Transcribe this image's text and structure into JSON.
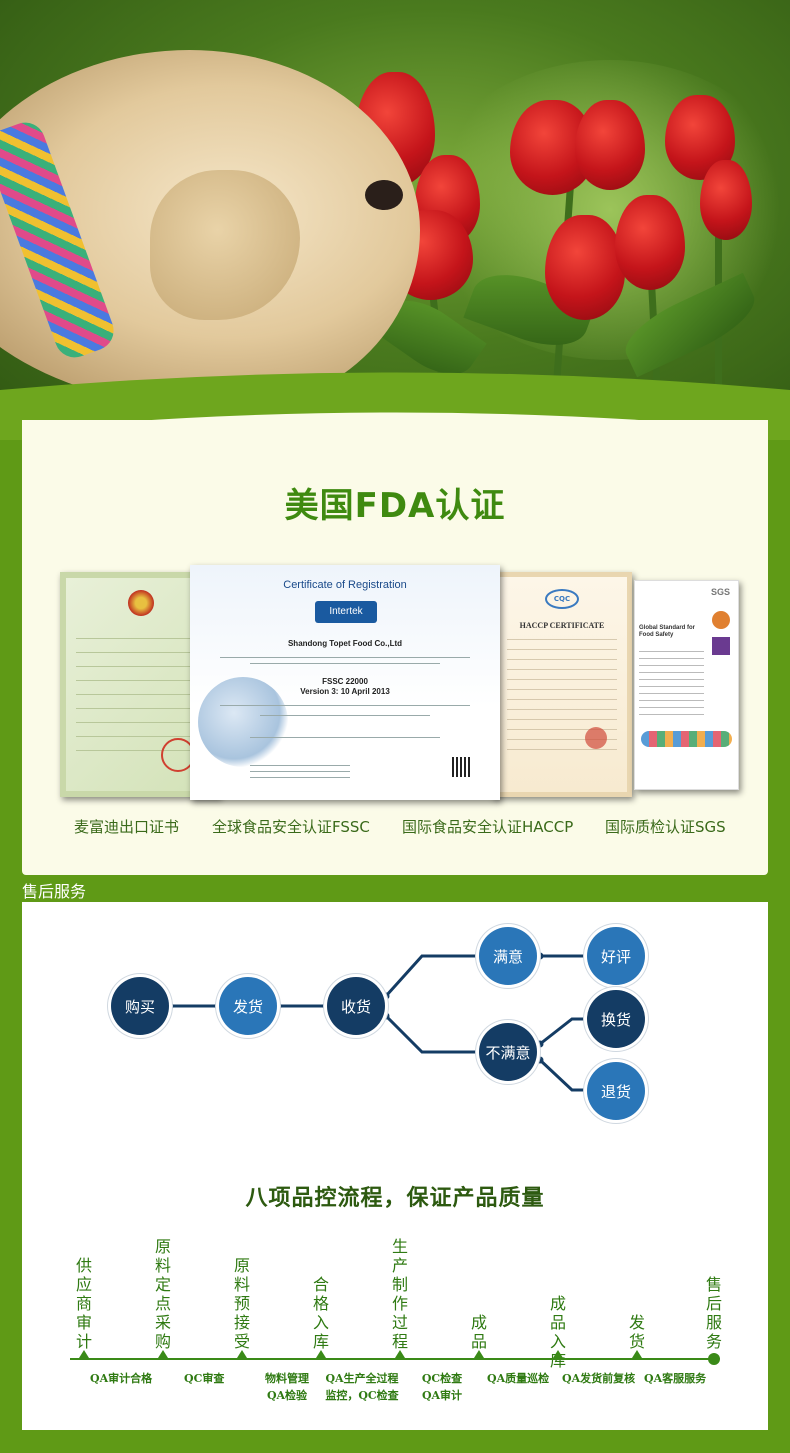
{
  "fda": {
    "title": "美国FDA认证",
    "captions": [
      "麦富迪出口证书",
      "全球食品安全认证FSSC",
      "国际食品安全认证HACCP",
      "国际质检认证SGS"
    ]
  },
  "certificates": {
    "intertek": {
      "heading": "Certificate of Registration",
      "brand": "Intertek",
      "company": "Shandong Topet Food Co.,Ltd",
      "standard": "FSSC 22000",
      "version": "Version 3: 10 April 2013"
    },
    "haccp": {
      "brand": "CQC",
      "heading": "HACCP CERTIFICATE"
    },
    "sgs": {
      "brand": "SGS",
      "heading": "Global Standard for Food Safety"
    }
  },
  "after_sales": {
    "label": "售后服务",
    "nodes": {
      "buy": "购买",
      "ship": "发货",
      "receive": "收货",
      "satisfied": "满意",
      "good_review": "好评",
      "unsatisfied": "不满意",
      "exchange": "换货",
      "return": "退货"
    }
  },
  "quality": {
    "title": "八项品控流程，保证产品质量",
    "steps": [
      "供应商审计",
      "原料定点采购",
      "原料预接受",
      "合格入库",
      "生产制作过程",
      "成品",
      "成品入库",
      "发货",
      "售后服务"
    ],
    "checks": [
      "QA审计合格",
      "QC审查",
      "物料管理",
      "QA检验",
      "QA生产全过程",
      "监控，QC检查",
      "QC检查",
      "QA审计",
      "QA质量巡检",
      "QA发货前复核",
      "QA客服服务"
    ]
  },
  "colors": {
    "green_bg": "#5f9a16",
    "panel": "#fbfbe8",
    "title_green": "#3f8a10",
    "node_dark": "#143c64",
    "node_light": "#2a76b8"
  }
}
